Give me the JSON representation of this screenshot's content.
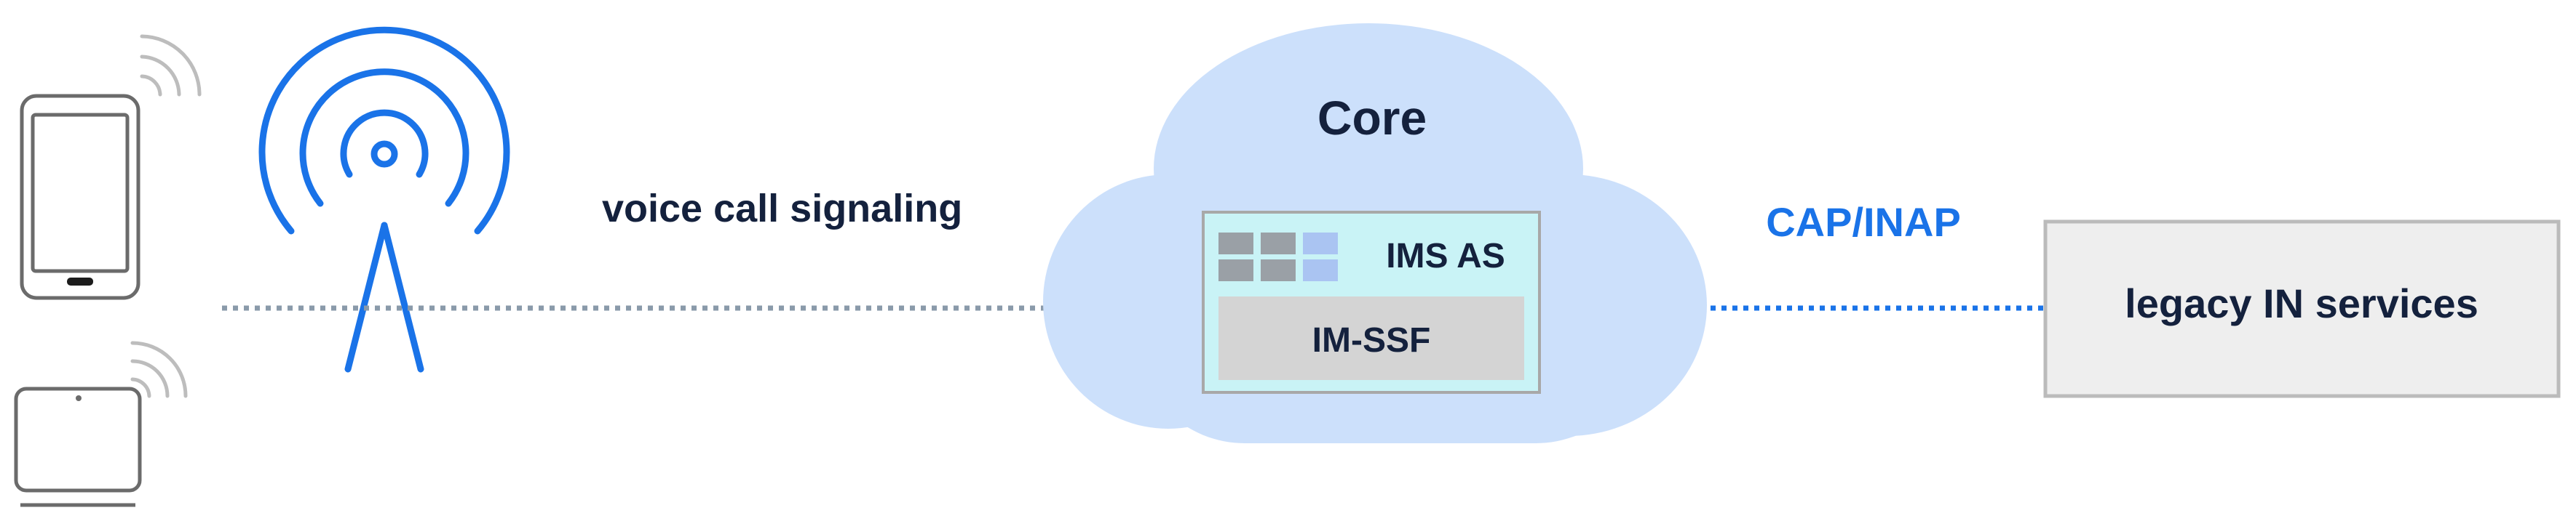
{
  "labels": {
    "signaling": "voice call signaling",
    "core": "Core",
    "ims_as": "IMS AS",
    "im_ssf": "IM-SSF",
    "protocol": "CAP/INAP",
    "legacy": "legacy IN services"
  },
  "colors": {
    "accent_blue": "#1a73e8",
    "cloud_fill": "#cce0fb",
    "device_stroke": "#6b6b6b",
    "dark_text": "#14213d",
    "dotted_gray": "#8a9aaa",
    "box_fill": "#eeeeee",
    "box_stroke": "#bbbbbb",
    "ims_fill": "#c9f3f6",
    "imssf_fill": "#d4d4d4",
    "grid_dark": "#9aa0a6",
    "grid_light": "#aac4f2"
  },
  "icons": {
    "phone": "smartphone-icon",
    "iot": "iot-device-icon",
    "tower": "radio-tower-icon",
    "cloud": "cloud-icon",
    "grid": "app-grid-icon"
  }
}
